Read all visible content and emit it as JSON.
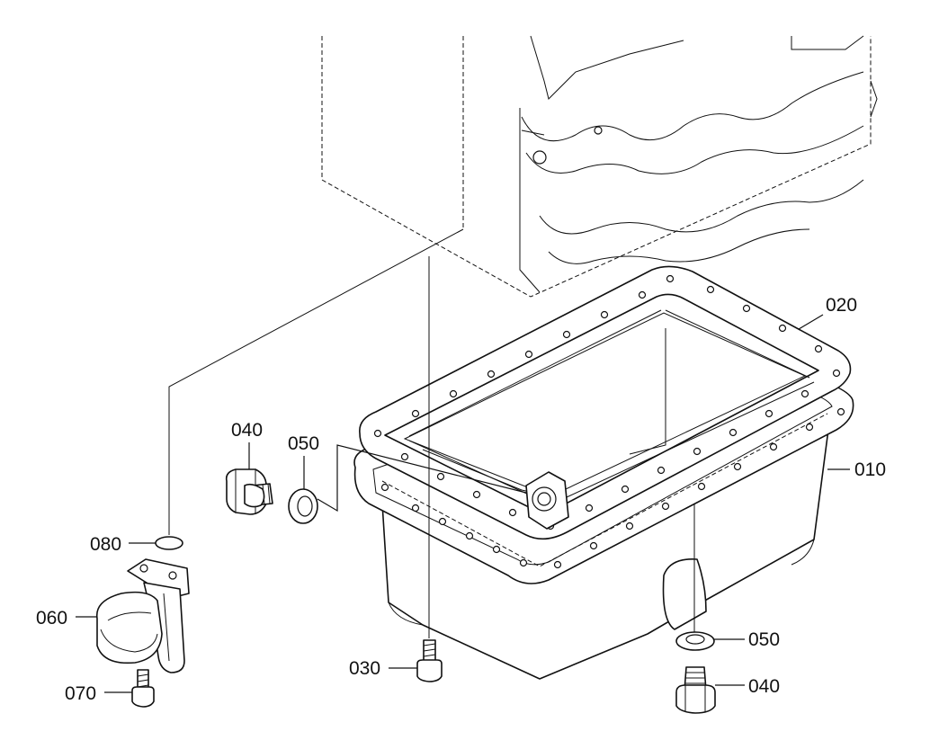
{
  "labels": {
    "p010": "010",
    "p020": "020",
    "p030": "030",
    "p040_left": "040",
    "p040_right": "040",
    "p050_left": "050",
    "p050_right": "050",
    "p060": "060",
    "p070": "070",
    "p080": "080"
  }
}
